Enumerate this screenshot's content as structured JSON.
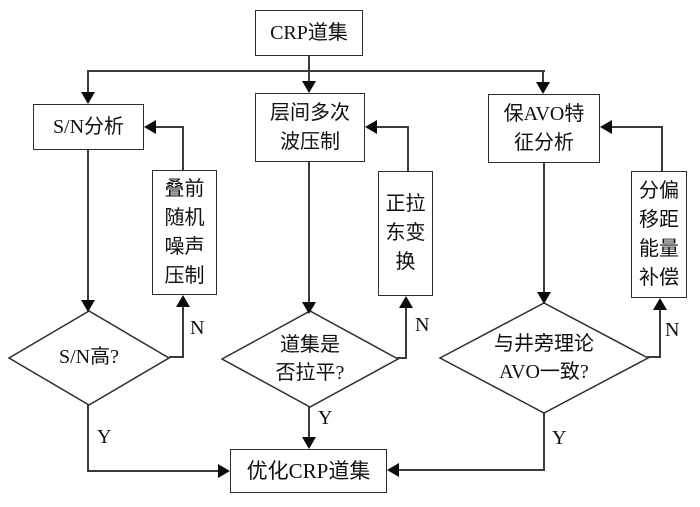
{
  "flowchart": {
    "start": "CRP道集",
    "end": "优化CRP道集",
    "branches": [
      {
        "process": "S/N分析",
        "feedback": "叠前\n随机\n噪声\n压制",
        "decision": "S/N高?",
        "yes": "Y",
        "no": "N"
      },
      {
        "process": "层间多次\n波压制",
        "feedback": "正拉\n东变\n换",
        "decision": "道集是\n否拉平?",
        "yes": "Y",
        "no": "N"
      },
      {
        "process": "保AVO特\n征分析",
        "feedback": "分偏\n移距\n能量\n补偿",
        "decision": "与井旁理论\nAVO一致?",
        "yes": "Y",
        "no": "N"
      }
    ],
    "colors": {
      "background": "#ffffff",
      "line": "#3a3a3a",
      "box_border": "#2e2e2e",
      "arrow": "#0c0c0c",
      "text": "#101010"
    }
  }
}
